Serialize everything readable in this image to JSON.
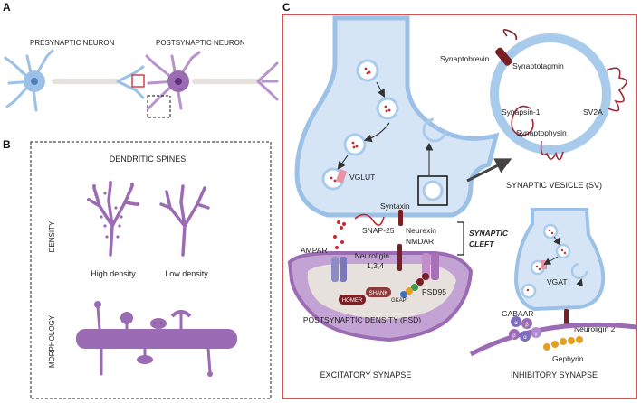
{
  "panels": {
    "a": {
      "letter": "A",
      "pre_label": "PRESYNAPTIC NEURON",
      "post_label": "POSTSYNAPTIC NEURON"
    },
    "b": {
      "letter": "B",
      "title": "DENDRITIC SPINES",
      "density_label": "DENSITY",
      "morphology_label": "MORPHOLOGY",
      "high_density": "High density",
      "low_density": "Low density"
    },
    "c": {
      "letter": "C"
    }
  },
  "excitatory": {
    "vglut": "VGLUT",
    "syntaxin": "Syntaxin",
    "snap25": "SNAP-25",
    "ampar": "AMPAR",
    "neurexin": "Neurexin",
    "nmdar": "NMDAR",
    "neuroligin_line1": "Neuroligin",
    "neuroligin_line2": "1,3,4",
    "psd95": "PSD95",
    "homer": "HOMER",
    "shank": "SHANK",
    "gkap": "GKAP",
    "psd": "POSTSYNAPTIC DENSITY (PSD)",
    "cleft_line1": "SYNAPTIC",
    "cleft_line2": "CLEFT",
    "caption": "EXCITATORY SYNAPSE"
  },
  "vesicle": {
    "synaptobrevin": "Synaptobrevin",
    "synaptotagmin": "Synaptotagmin",
    "synapsin": "Synapsin-1",
    "sv2a": "SV2A",
    "synaptophysin": "Synaptophysin",
    "caption": "SYNAPTIC VESICLE (SV)"
  },
  "inhibitory": {
    "vgat": "VGAT",
    "gabaar": "GABAAR",
    "neuroligin2": "Neuroligin 2",
    "gephyrin": "Gephyrin",
    "caption": "INHIBITORY SYNAPSE",
    "subunit_alpha": "α",
    "subunit_beta": "β",
    "subunit_gamma": "γ"
  },
  "colors": {
    "panel_c_border": "#c8282c",
    "membrane_fill": "#d6e5f6",
    "membrane_stroke": "#9cc1e6",
    "vesicle_ring": "#a9cbeb",
    "purple": "#9b6bb3",
    "purple_light": "#c3a3d4",
    "psd_fill": "#e6e1dc",
    "dark_red": "#7a1f24",
    "gephyrin": "#e1a025"
  }
}
